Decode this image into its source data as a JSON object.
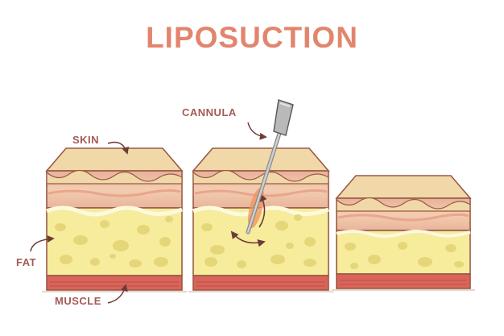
{
  "title": "LIPOSUCTION",
  "labels": {
    "skin": "SKIN",
    "cannula": "CANNULA",
    "fat": "FAT",
    "muscle": "MUSCLE"
  },
  "colors": {
    "title": "#e2856d",
    "label": "#a55a54",
    "outline": "#9a5a45",
    "epidermis": "#f1d8a8",
    "dermis": "#efc4a8",
    "fat": "#f6ec9c",
    "fat_globule": "#e6d67a",
    "muscle": "#d9645a"
  },
  "icons": {
    "cannula": "cannula-icon",
    "arrows": "curved-arrow-icon"
  }
}
